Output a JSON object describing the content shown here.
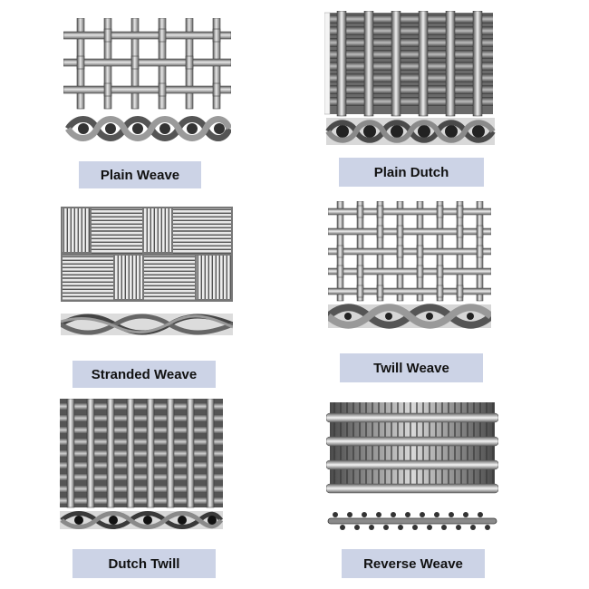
{
  "panels": [
    {
      "id": "plain-weave",
      "label": "Plain Weave"
    },
    {
      "id": "plain-dutch",
      "label": "Plain Dutch"
    },
    {
      "id": "stranded-weave",
      "label": "Stranded Weave"
    },
    {
      "id": "twill-weave",
      "label": "Twill Weave"
    },
    {
      "id": "dutch-twill",
      "label": "Dutch Twill"
    },
    {
      "id": "reverse-weave",
      "label": "Reverse Weave"
    }
  ],
  "colors": {
    "label_bg": "#ccd3e6",
    "wire_dark": "#4a4a4a",
    "wire_mid": "#8c8c8c",
    "wire_light": "#e6e6e6"
  }
}
